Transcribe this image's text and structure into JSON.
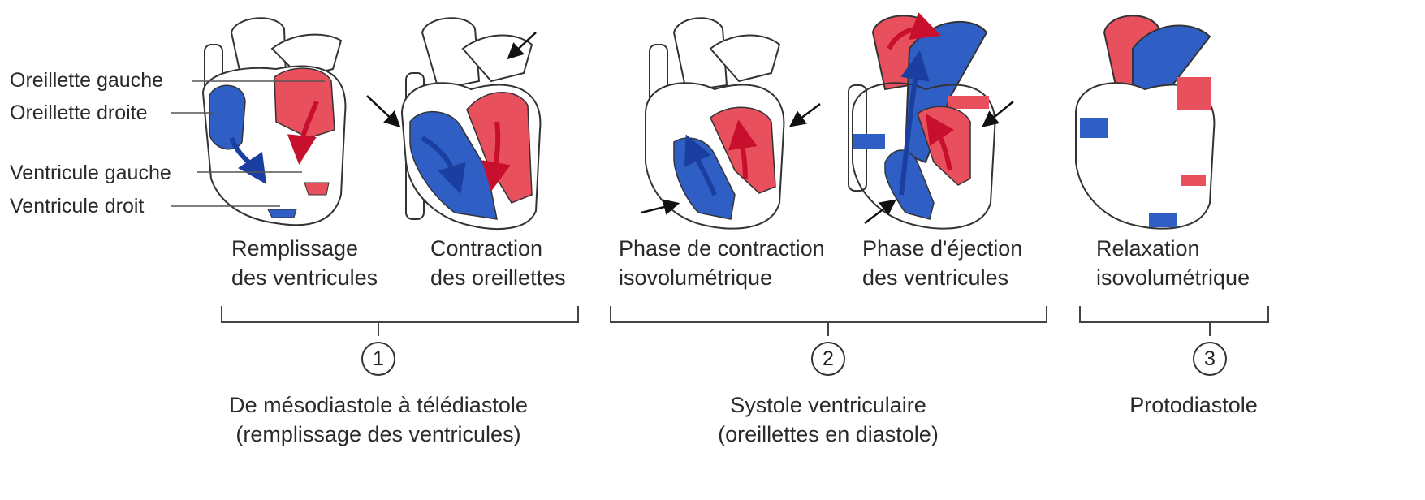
{
  "legend": {
    "left_atrium": "Oreillette gauche",
    "right_atrium": "Oreillette droite",
    "left_ventricle": "Ventricule gauche",
    "right_ventricle": "Ventricule droit"
  },
  "stages": [
    {
      "line1": "Remplissage",
      "line2": "des ventricules"
    },
    {
      "line1": "Contraction",
      "line2": "des oreillettes"
    },
    {
      "line1": "Phase de contraction",
      "line2": "isovolumétrique"
    },
    {
      "line1": "Phase d'éjection",
      "line2": "des ventricules"
    },
    {
      "line1": "Relaxation",
      "line2": "isovolumétrique"
    }
  ],
  "phases": [
    {
      "number": "1",
      "line1": "De mésodiastole à télédiastole",
      "line2": "(remplissage des ventricules)"
    },
    {
      "number": "2",
      "line1": "Systole ventriculaire",
      "line2": "(oreillettes en diastole)"
    },
    {
      "number": "3",
      "line1": "Protodiastole",
      "line2": ""
    }
  ],
  "colors": {
    "oxygenated": "#e8505e",
    "deoxygenated": "#2f5fc4",
    "outline": "#333333"
  }
}
